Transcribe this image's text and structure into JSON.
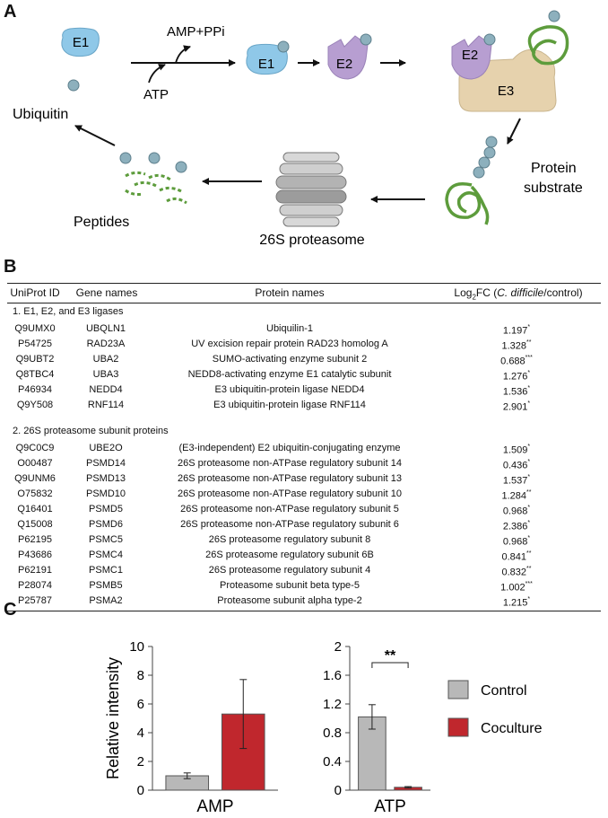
{
  "panels": {
    "a": "A",
    "b": "B",
    "c": "C"
  },
  "diagram_a": {
    "e1": "E1",
    "e2": "E2",
    "e3": "E3",
    "amp_ppi": "AMP+PPi",
    "atp": "ATP",
    "ubiquitin": "Ubiquitin",
    "protein": "Protein",
    "substrate": "substrate",
    "peptides": "Peptides",
    "proteasome": "26S proteasome",
    "colors": {
      "e1": "#8fc8e8",
      "e2": "#b79ed1",
      "e3": "#e6d2ad",
      "ubiquitin": "#8db0bd",
      "substrate": "#5d9c3c",
      "proteasome": "#a9a9a9"
    }
  },
  "table_b": {
    "headers": {
      "id": "UniProt ID",
      "gene": "Gene names",
      "protein": "Protein names",
      "fc_pre": "Log",
      "fc_sub": "2",
      "fc_mid": "FC (",
      "fc_it": "C. difficile",
      "fc_post": "/control)"
    },
    "sections": [
      {
        "title": "1.  E1, E2, and E3 ligases",
        "rows": [
          {
            "id": "Q9UMX0",
            "gene": "UBQLN1",
            "protein": "Ubiquilin-1",
            "fc": "1.197",
            "sig": "*"
          },
          {
            "id": "P54725",
            "gene": "RAD23A",
            "protein": "UV excision repair protein RAD23 homolog A",
            "fc": "1.328",
            "sig": "**"
          },
          {
            "id": "Q9UBT2",
            "gene": "UBA2",
            "protein": "SUMO-activating enzyme subunit 2",
            "fc": "0.688",
            "sig": "***"
          },
          {
            "id": "Q8TBC4",
            "gene": "UBA3",
            "protein": "NEDD8-activating enzyme E1 catalytic subunit",
            "fc": "1.276",
            "sig": "*"
          },
          {
            "id": "P46934",
            "gene": "NEDD4",
            "protein": "E3 ubiquitin-protein ligase NEDD4",
            "fc": "1.536",
            "sig": "*"
          },
          {
            "id": "Q9Y508",
            "gene": "RNF114",
            "protein": "E3 ubiquitin-protein ligase RNF114",
            "fc": "2.901",
            "sig": "*"
          }
        ]
      },
      {
        "title": "2.  26S proteasome subunit proteins",
        "rows": [
          {
            "id": "Q9C0C9",
            "gene": "UBE2O",
            "protein": "(E3-independent) E2 ubiquitin-conjugating enzyme",
            "fc": "1.509",
            "sig": "*"
          },
          {
            "id": "O00487",
            "gene": "PSMD14",
            "protein": "26S proteasome non-ATPase regulatory subunit 14",
            "fc": "0.436",
            "sig": "*"
          },
          {
            "id": "Q9UNM6",
            "gene": "PSMD13",
            "protein": "26S proteasome non-ATPase regulatory subunit 13",
            "fc": "1.537",
            "sig": "*"
          },
          {
            "id": "O75832",
            "gene": "PSMD10",
            "protein": "26S proteasome non-ATPase regulatory subunit 10",
            "fc": "1.284",
            "sig": "**"
          },
          {
            "id": "Q16401",
            "gene": "PSMD5",
            "protein": "26S proteasome non-ATPase regulatory subunit 5",
            "fc": "0.968",
            "sig": "*"
          },
          {
            "id": "Q15008",
            "gene": "PSMD6",
            "protein": "26S proteasome non-ATPase regulatory subunit 6",
            "fc": "2.386",
            "sig": "*"
          },
          {
            "id": "P62195",
            "gene": "PSMC5",
            "protein": "26S proteasome regulatory subunit 8",
            "fc": "0.968",
            "sig": "*"
          },
          {
            "id": "P43686",
            "gene": "PSMC4",
            "protein": "26S proteasome regulatory subunit 6B",
            "fc": "0.841",
            "sig": "**"
          },
          {
            "id": "P62191",
            "gene": "PSMC1",
            "protein": "26S proteasome regulatory subunit 4",
            "fc": "0.832",
            "sig": "**"
          },
          {
            "id": "P28074",
            "gene": "PSMB5",
            "protein": "Proteasome subunit beta type-5",
            "fc": "1.002",
            "sig": "***"
          },
          {
            "id": "P25787",
            "gene": "PSMA2",
            "protein": "Proteasome subunit alpha type-2",
            "fc": "1.215",
            "sig": "*"
          }
        ]
      }
    ]
  },
  "chart_data": [
    {
      "type": "bar",
      "categories": [
        "AMP"
      ],
      "series": [
        {
          "name": "Control",
          "values": [
            1.0
          ],
          "error": [
            0.2
          ],
          "color": "#b8b8b8"
        },
        {
          "name": "Coculture",
          "values": [
            5.3
          ],
          "error": [
            2.4
          ],
          "color": "#c0272d"
        }
      ],
      "xlabel": "AMP",
      "ylabel": "Relative intensity",
      "ylim": [
        0,
        10
      ],
      "yticks": [
        "0",
        "2",
        "4",
        "6",
        "8",
        "10"
      ],
      "grid": false
    },
    {
      "type": "bar",
      "categories": [
        "ATP"
      ],
      "series": [
        {
          "name": "Control",
          "values": [
            1.02
          ],
          "error": [
            0.17
          ],
          "color": "#b8b8b8"
        },
        {
          "name": "Coculture",
          "values": [
            0.04
          ],
          "error": [
            0.01
          ],
          "color": "#c0272d"
        }
      ],
      "xlabel": "ATP",
      "ylim": [
        0,
        2
      ],
      "yticks": [
        "0",
        "0.4",
        "0.8",
        "1.2",
        "1.6",
        "2"
      ],
      "annotation": "**",
      "legend": {
        "position": "right",
        "entries": [
          "Control",
          "Coculture"
        ]
      },
      "grid": false
    }
  ]
}
